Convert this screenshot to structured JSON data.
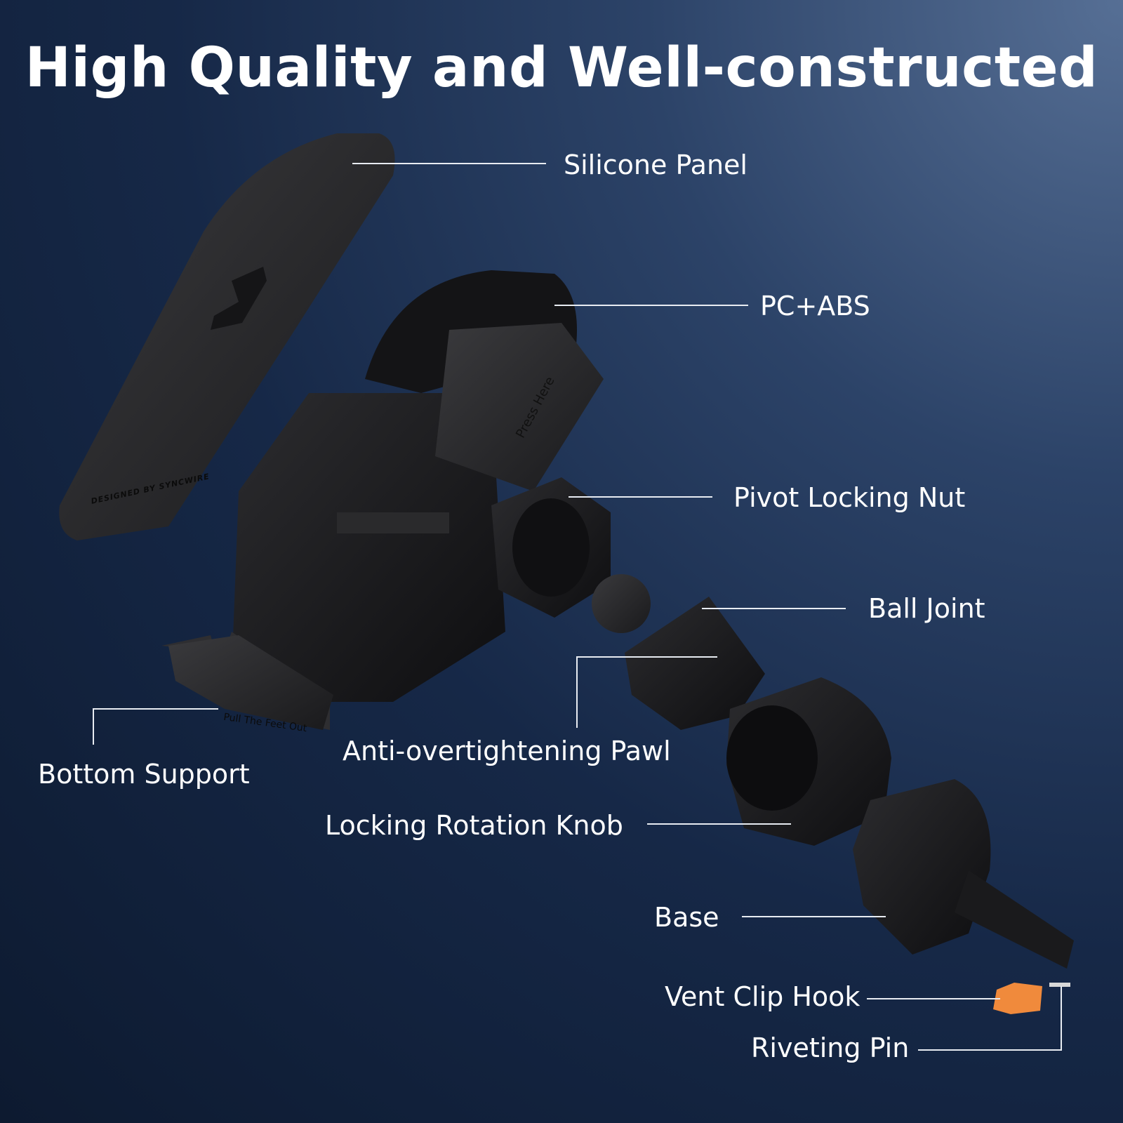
{
  "title": "High Quality and Well-constructed",
  "labels": {
    "silicone_panel": "Silicone Panel",
    "pc_abs": "PC+ABS",
    "pivot_locking_nut": "Pivot Locking Nut",
    "ball_joint": "Ball Joint",
    "anti_overtightening_pawl": "Anti-overtightening Pawl",
    "bottom_support": "Bottom Support",
    "locking_rotation_knob": "Locking Rotation Knob",
    "base": "Base",
    "vent_clip_hook": "Vent Clip Hook",
    "riveting_pin": "Riveting Pin"
  },
  "product_text": {
    "panel_engraving": "DESIGNED BY SYNCWIRE",
    "button_text": "Press Here",
    "feet_text": "Pull The Feet Out"
  },
  "colors": {
    "hook": "#f08a3c",
    "part": "#1c1c1e"
  }
}
